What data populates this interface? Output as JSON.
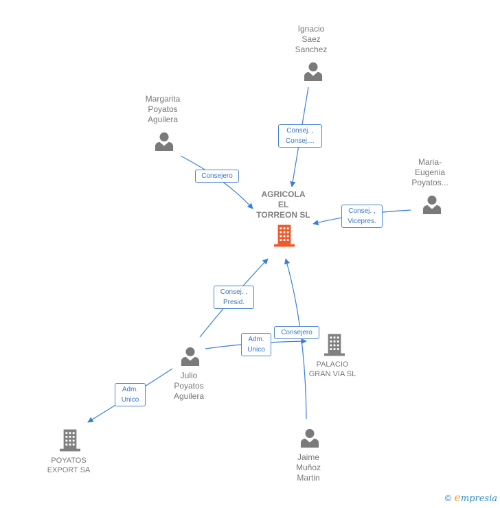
{
  "colors": {
    "edge": "#3a7fd5",
    "person_icon": "#7a7a7a",
    "company_icon": "#808080",
    "main_company_icon": "#f0592a"
  },
  "nodes": {
    "agricola": {
      "name_lines": [
        "AGRICOLA",
        "EL",
        "TORREON  SL"
      ],
      "icon": "building-icon"
    },
    "ignacio": {
      "name_lines": [
        "Ignacio",
        "Saez",
        "Sanchez"
      ],
      "icon": "person-icon"
    },
    "margarita": {
      "name_lines": [
        "Margarita",
        "Poyatos",
        "Aguilera"
      ],
      "icon": "person-icon"
    },
    "maria": {
      "name_lines": [
        "Maria-",
        "Eugenia",
        "Poyatos..."
      ],
      "icon": "person-icon"
    },
    "julio": {
      "name_lines": [
        "Julio",
        "Poyatos",
        "Aguilera"
      ],
      "icon": "person-icon"
    },
    "palacio": {
      "name_lines": [
        "PALACIO",
        "GRAN VIA  SL"
      ],
      "icon": "building-icon"
    },
    "poyatos_export": {
      "name_lines": [
        "POYATOS",
        "EXPORT SA"
      ],
      "icon": "building-icon"
    },
    "jaime": {
      "name_lines": [
        "Jaime",
        "Muñoz",
        "Martin"
      ],
      "icon": "person-icon"
    }
  },
  "edges": {
    "ignacio_agricola": [
      "Consej. ,",
      "Consej...."
    ],
    "margarita_agricola": [
      "Consejero"
    ],
    "maria_agricola": [
      "Consej. ,",
      "Vicepres."
    ],
    "julio_agricola": [
      "Consej. ,",
      "Presid."
    ],
    "julio_palacio": [
      "Adm.",
      "Unico"
    ],
    "jaime_agricola": [
      "Consejero"
    ],
    "julio_poyatos": [
      "Adm.",
      "Unico"
    ]
  },
  "footer": {
    "copyright": "©",
    "brand_first": "e",
    "brand_rest": "mpresia"
  }
}
